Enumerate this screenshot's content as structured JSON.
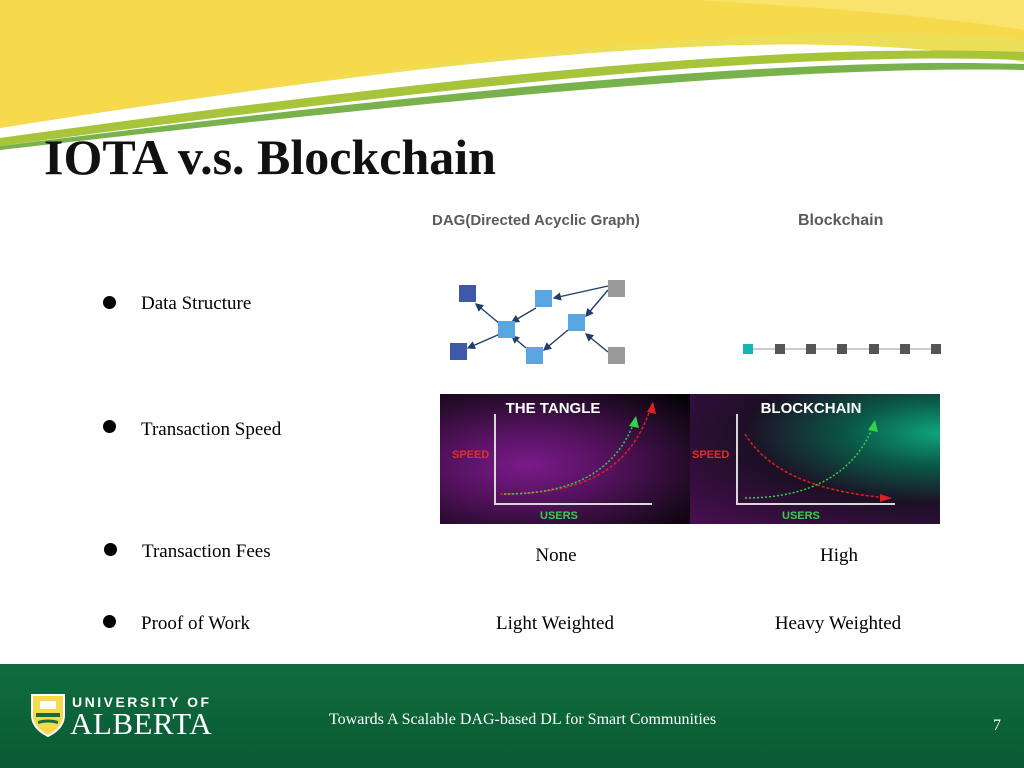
{
  "slide": {
    "title": "IOTA v.s. Blockchain",
    "columns": {
      "dag": "DAG(Directed Acyclic Graph)",
      "blockchain": "Blockchain"
    },
    "rows": [
      {
        "label": "Data Structure"
      },
      {
        "label": "Transaction Speed"
      },
      {
        "label": "Transaction Fees",
        "dag": "None",
        "blockchain": "High"
      },
      {
        "label": "Proof of Work",
        "dag": "Light Weighted",
        "blockchain": "Heavy Weighted"
      }
    ],
    "panels": {
      "tangle": {
        "title": "THE TANGLE",
        "y_label": "SPEED",
        "x_label": "USERS"
      },
      "blockchain": {
        "title": "BLOCKCHAIN",
        "y_label": "SPEED",
        "x_label": "USERS"
      }
    }
  },
  "footer": {
    "logo_top": "UNIVERSITY OF",
    "logo_main": "ALBERTA",
    "text": "Towards A Scalable DAG-based DL for Smart Communities",
    "page": "7"
  },
  "colors": {
    "accent_green": "#0f6d3f",
    "accent_yellow": "#f7d94c",
    "dag_node_dark": "#3d5aa8",
    "dag_node_light": "#5aa6e0",
    "dag_node_gray": "#9a9a9a",
    "chain_node": "#555555",
    "chain_head": "#17b3b0"
  },
  "icons": {
    "bullet": "bullet-icon",
    "crest": "university-crest-icon"
  }
}
